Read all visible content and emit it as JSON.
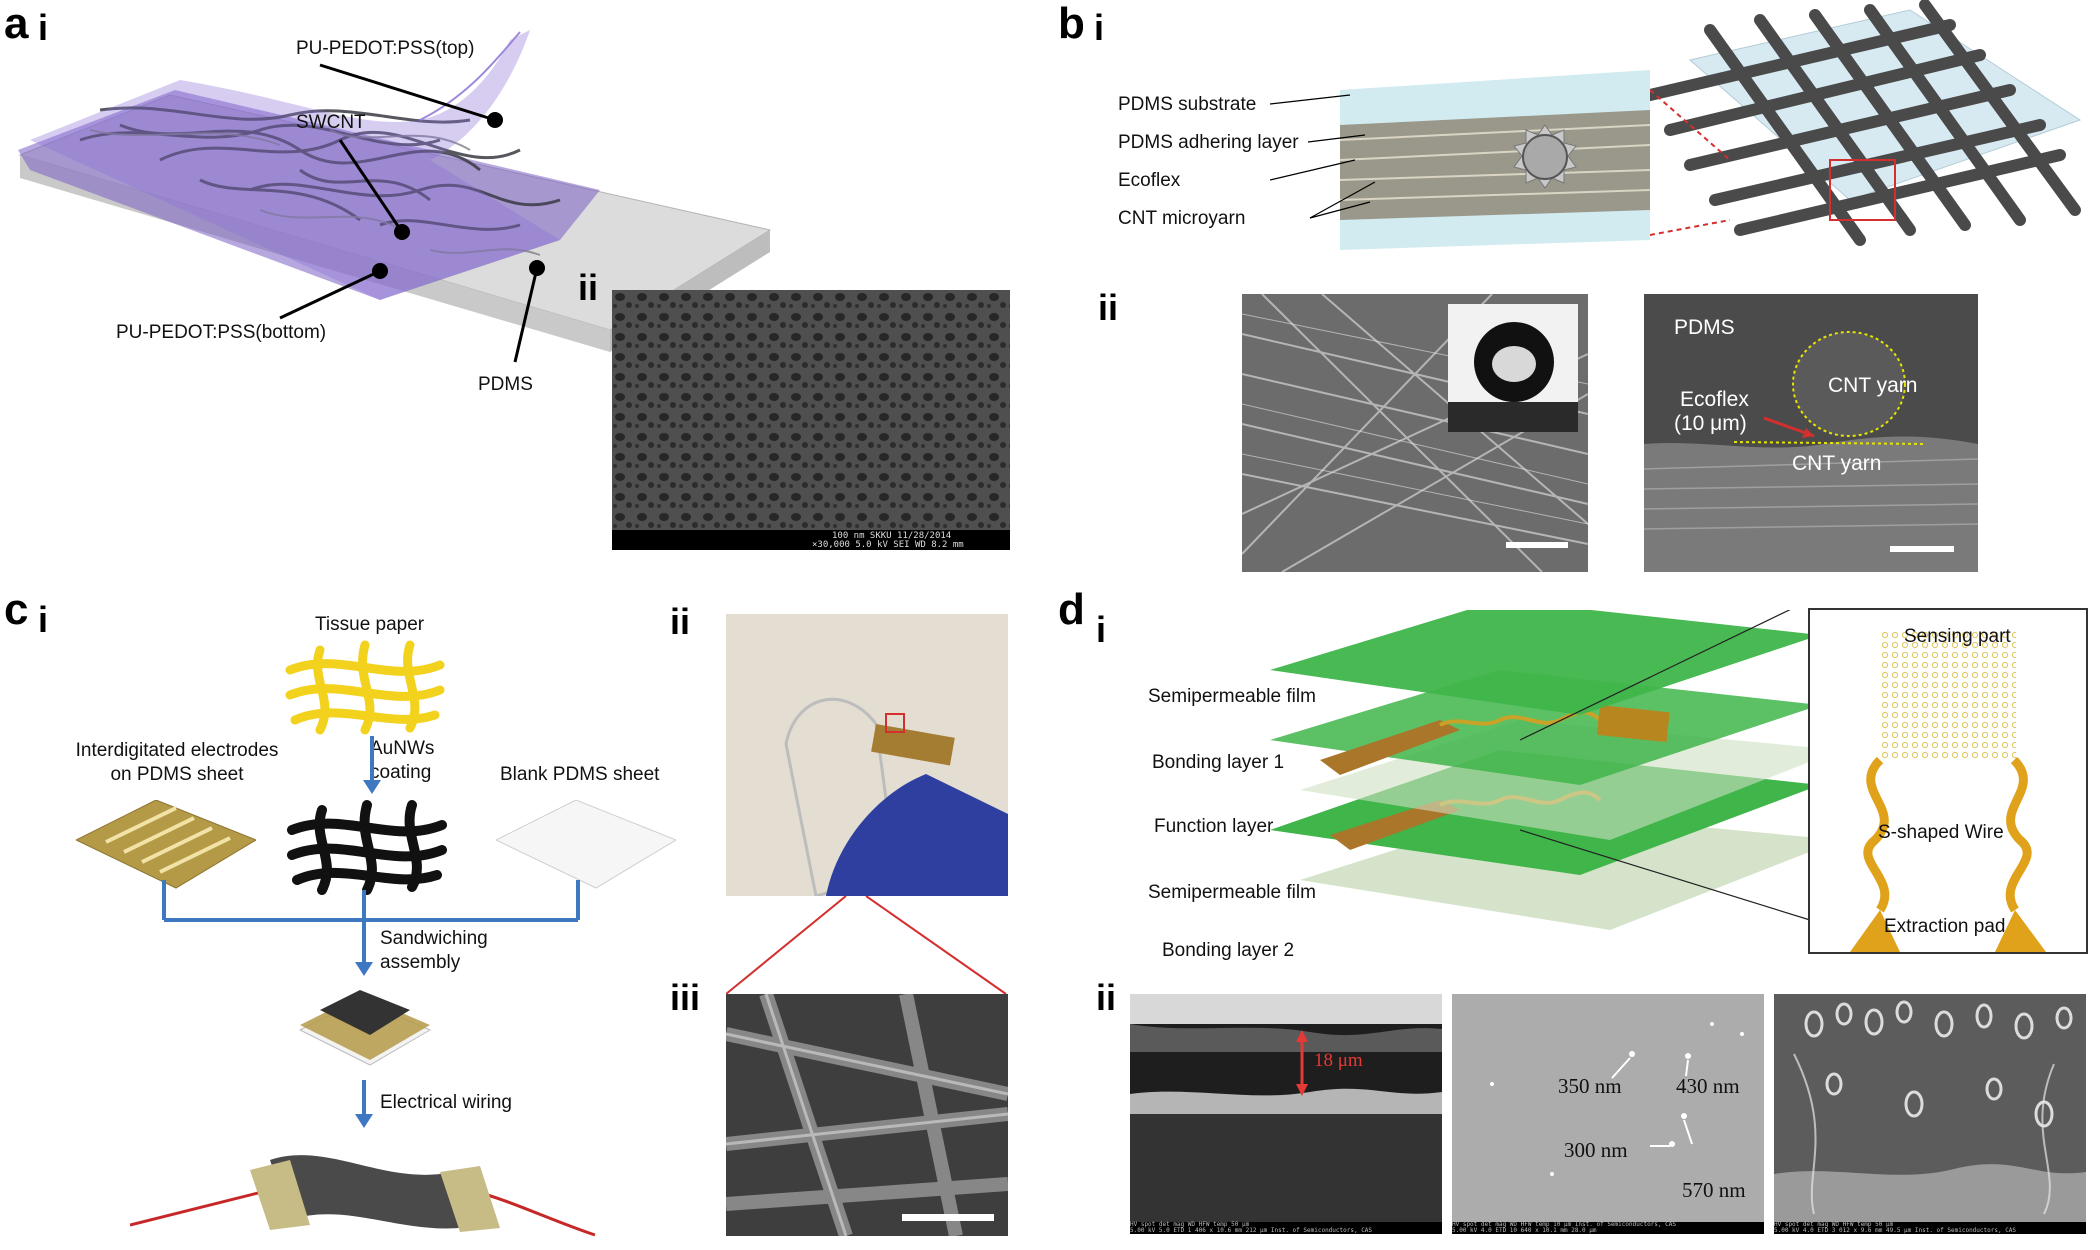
{
  "panels": {
    "a": {
      "letter": "a",
      "i": "i",
      "ii": "ii",
      "labels": {
        "top": "PU-PEDOT:PSS(top)",
        "swcnt": "SWCNT",
        "bottom": "PU-PEDOT:PSS(bottom)",
        "pdms": "PDMS"
      },
      "sem_info_bar": "100 nm  SKKU     11/28/2014",
      "sem_info_bar2": "×30,000   5.0 kV  SEI     WD  8.2 mm"
    },
    "b": {
      "letter": "b",
      "i": "i",
      "ii": "ii",
      "labels": {
        "substrate": "PDMS substrate",
        "adhering": "PDMS adhering layer",
        "ecoflex": "Ecoflex",
        "microyarn": "CNT microyarn"
      },
      "sem_labels": {
        "pdms": "PDMS",
        "ecoflex": "Ecoflex",
        "ecoflex_thickness": "(10 μm)",
        "cnt_yarn_top": "CNT yarn",
        "cnt_yarn_bottom": "CNT yarn"
      }
    },
    "c": {
      "letter": "c",
      "i": "i",
      "ii": "ii",
      "iii": "iii",
      "labels": {
        "tissue": "Tissue paper",
        "interdigitated_1": "Interdigitated electrodes",
        "interdigitated_2": "on PDMS sheet",
        "aunws_1": "AuNWs",
        "aunws_2": "coating",
        "blank": "Blank PDMS sheet",
        "sandwich_1": "Sandwiching",
        "sandwich_2": "assembly",
        "wiring": "Electrical wiring"
      }
    },
    "d": {
      "letter": "d",
      "i": "i",
      "ii": "ii",
      "labels": {
        "semi1": "Semipermeable film",
        "bond1": "Bonding layer 1",
        "function": "Function layer",
        "semi2": "Semipermeable film",
        "bond2": "Bonding layer 2",
        "sensing": "Sensing part",
        "swire": "S-shaped Wire",
        "pad": "Extraction pad"
      },
      "sem_labels": {
        "thickness": "18 μm",
        "n350": "350 nm",
        "n430": "430 nm",
        "n300": "300 nm",
        "n570": "570 nm"
      },
      "info_bars": [
        "HV  spot  det  mag  WD  HFW  temp                     50 μm",
        "HV  spot  det  mag  WD  HFW  temp     10 μm  Inst. of Semiconductors, CAS",
        "HV  spot  det  mag  WD  HFW  temp                 50 μm"
      ],
      "info_bars_line2": [
        "5.00 kV  5.0  ETD  1 406 x  10.6 mm  212 μm   Inst. of Semiconductors, CAS",
        "5.00 kV  4.0  ETD  10 640 x  10.1 mm  28.0 μm",
        "5.00 kV  4.0  ETD  3 012 x  9.6 mm  49.5 μm  Inst. of Semiconductors, CAS"
      ]
    }
  },
  "colors": {
    "purple": "#7b5fc4",
    "green": "#3fb54a",
    "gold": "#c9a227",
    "red": "#c62828",
    "blue_arrow": "#3f78c2"
  }
}
